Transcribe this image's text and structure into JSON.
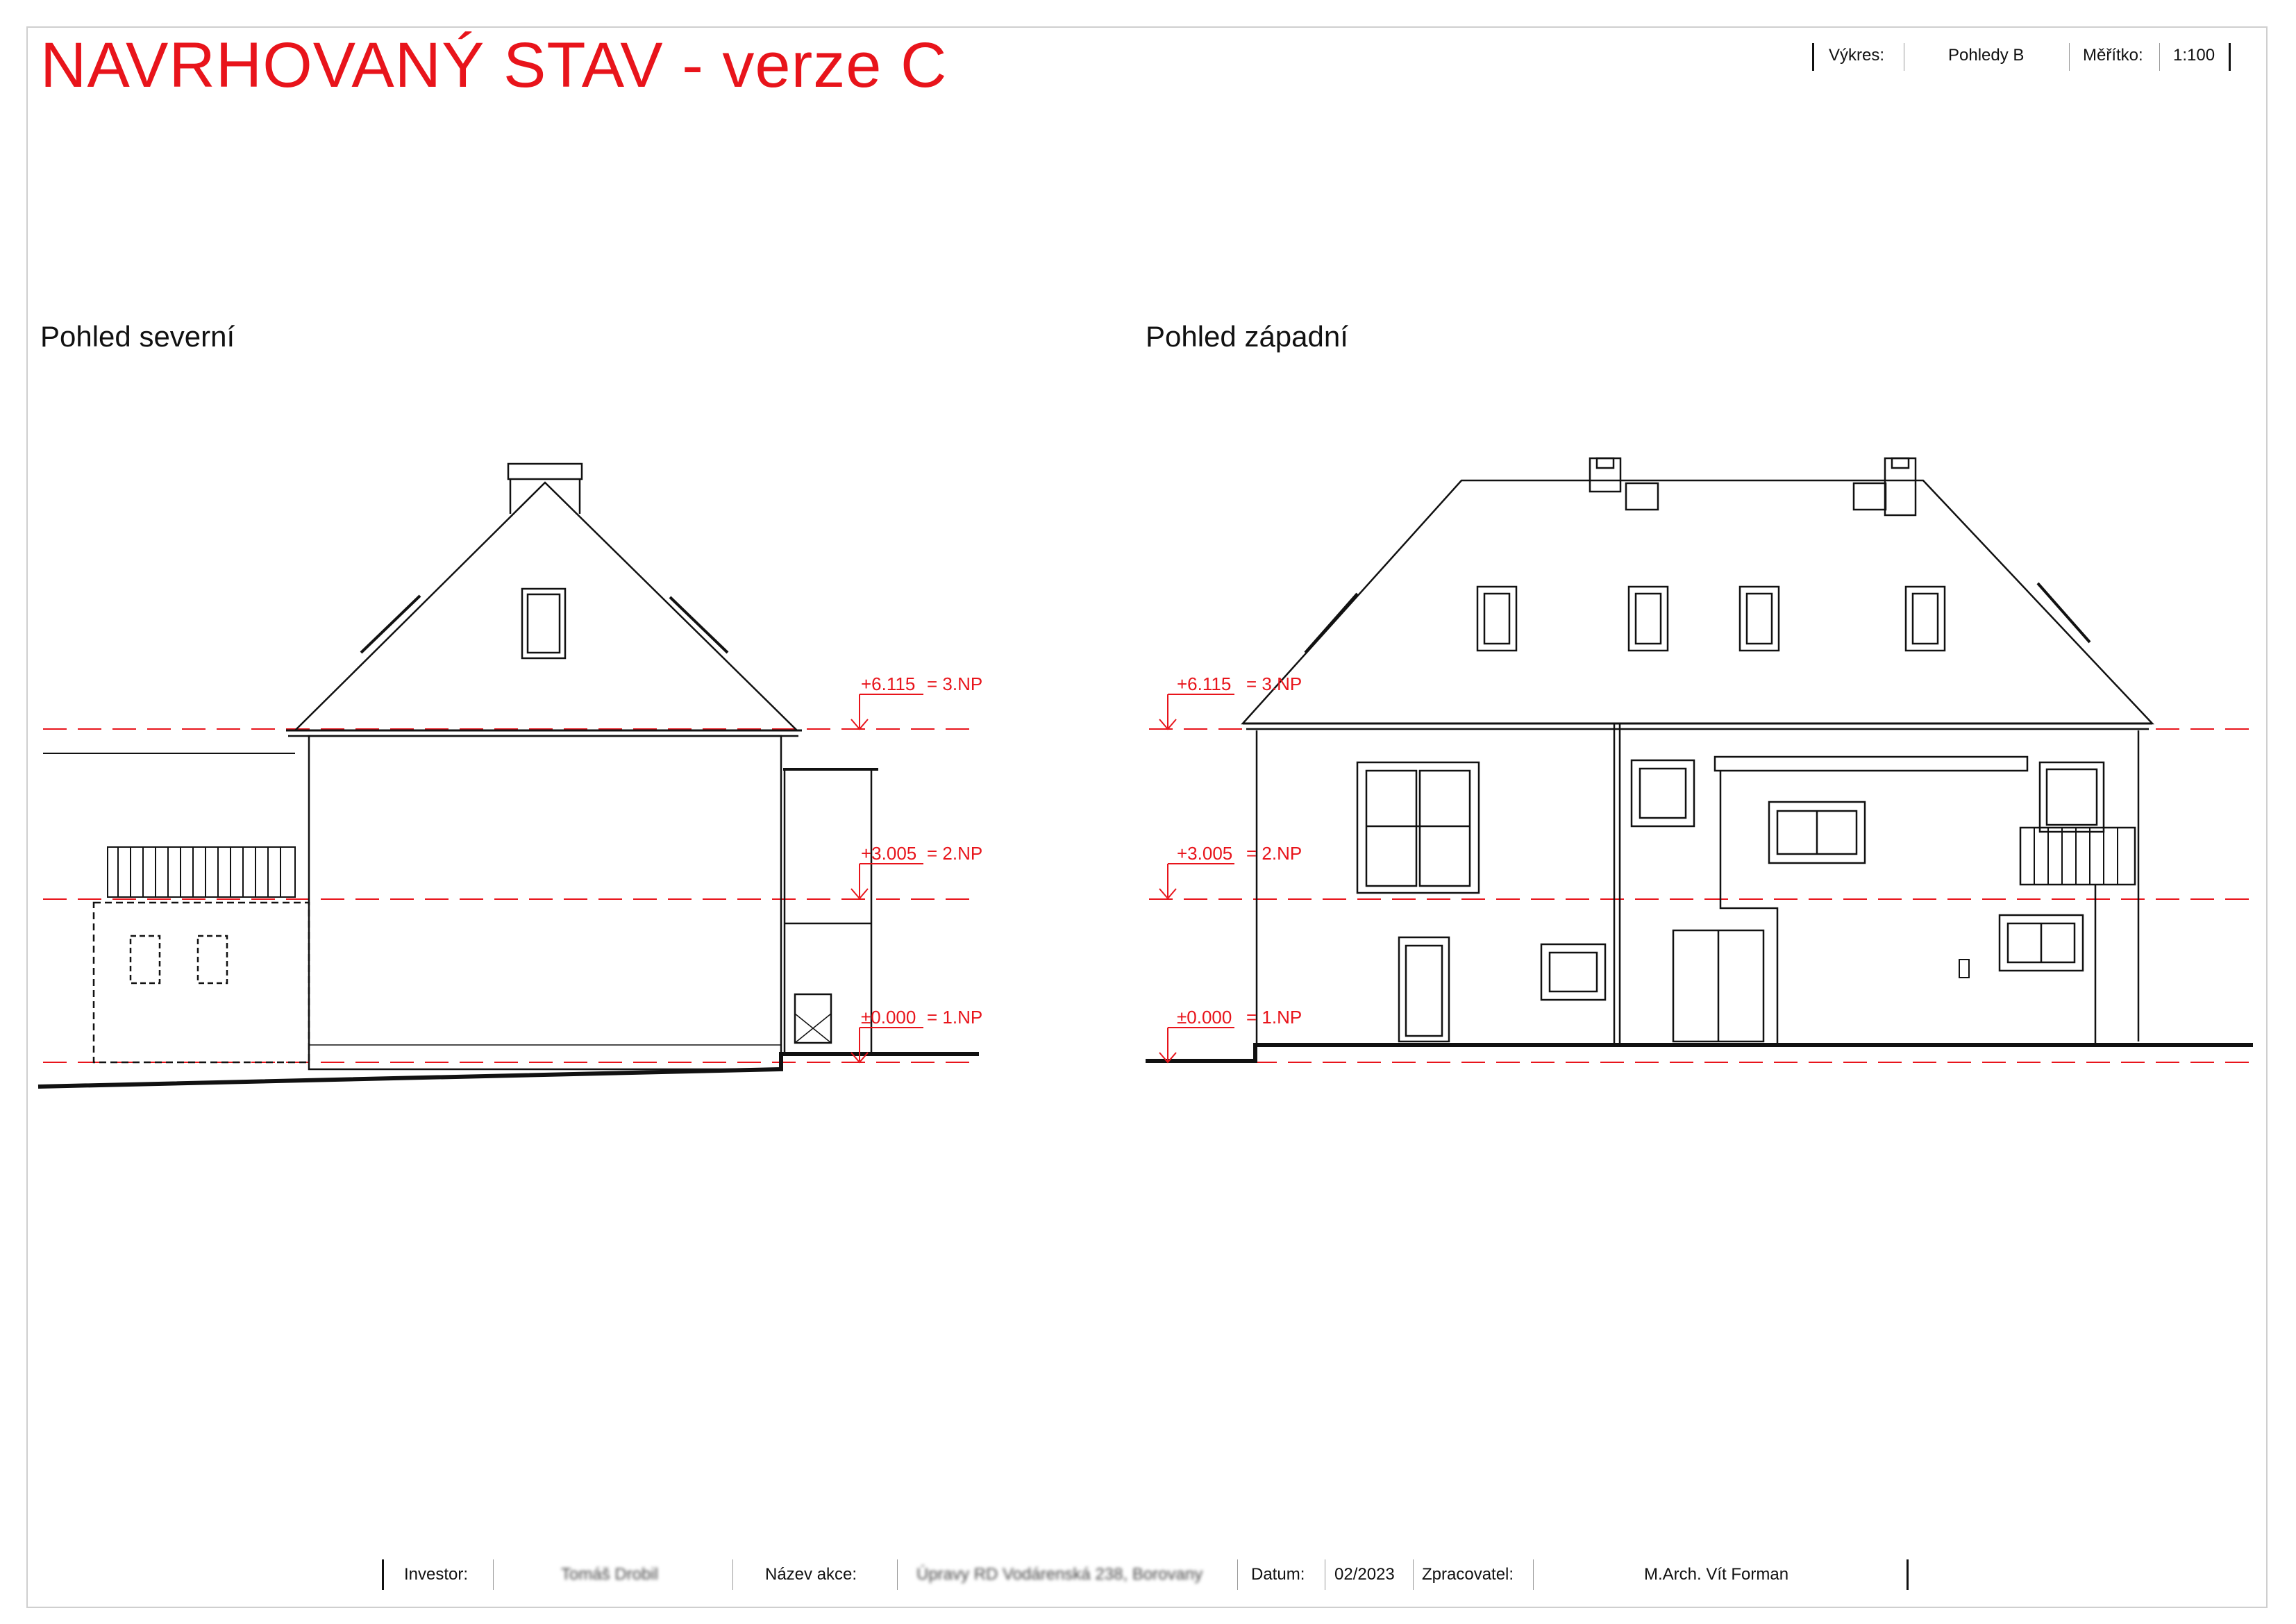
{
  "title": "NAVRHOVANÝ STAV - verze C",
  "header": {
    "drawing_label": "Výkres:",
    "drawing_value": "Pohledy B",
    "scale_label": "Měřítko:",
    "scale_value": "1:100"
  },
  "views": [
    {
      "title": "Pohled severní",
      "levels": [
        {
          "value": "+6.115",
          "floor": "= 3.NP"
        },
        {
          "value": "+3.005",
          "floor": "= 2.NP"
        },
        {
          "value": "±0.000",
          "floor": "= 1.NP"
        }
      ]
    },
    {
      "title": "Pohled západní",
      "levels": [
        {
          "value": "+6.115",
          "floor": "= 3.NP"
        },
        {
          "value": "+3.005",
          "floor": "= 2.NP"
        },
        {
          "value": "±0.000",
          "floor": "= 1.NP"
        }
      ]
    }
  ],
  "footer": {
    "investor_label": "Investor:",
    "investor_value": "Tomáš Drobil",
    "project_label": "Název akce:",
    "project_value": "Úpravy RD Vodárenská 238, Borovany",
    "date_label": "Datum:",
    "date_value": "02/2023",
    "author_label": "Zpracovatel:",
    "author_value": "M.Arch. Vít Forman"
  },
  "colors": {
    "accent": "#e8141b",
    "line": "#111111",
    "frame": "#cfcfcf"
  }
}
